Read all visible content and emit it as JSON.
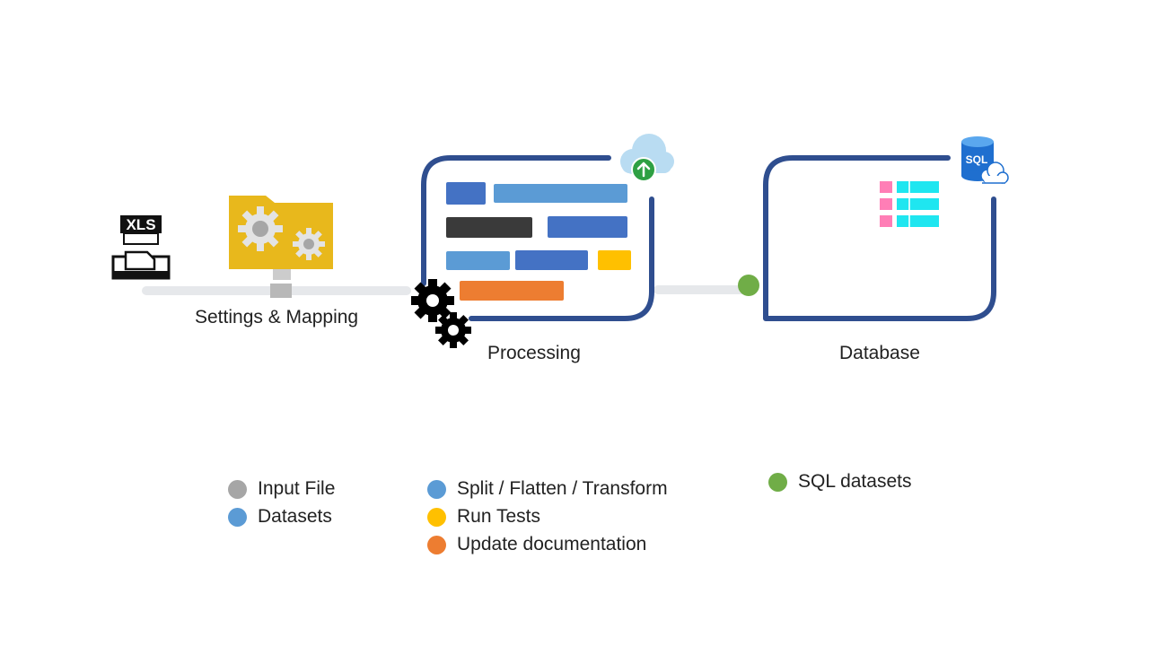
{
  "stages": {
    "input": {
      "badge": "XLS"
    },
    "settings": {
      "label": "Settings & Mapping"
    },
    "processing": {
      "label": "Processing"
    },
    "database": {
      "label": "Database",
      "badge": "SQL"
    }
  },
  "legend": {
    "col1": [
      {
        "label": "Input File",
        "color": "#a6a6a6"
      },
      {
        "label": "Datasets",
        "color": "#5b9bd5"
      }
    ],
    "col2": [
      {
        "label": "Split / Flatten / Transform",
        "color": "#5b9bd5"
      },
      {
        "label": "Run Tests",
        "color": "#ffc000"
      },
      {
        "label": "Update documentation",
        "color": "#ed7d31"
      }
    ],
    "col3": [
      {
        "label": "SQL datasets",
        "color": "#70ad47"
      }
    ]
  },
  "colors": {
    "frame": "#2f4e8f",
    "connector": "#e6e8eb",
    "folder": "#e8b81c",
    "bar_blue_dark": "#4472c4",
    "bar_blue_light": "#5b9bd5",
    "bar_black": "#3a3a3a",
    "bar_yellow": "#ffc000",
    "bar_orange": "#ed7d31",
    "table_pink": "#ff7eb6",
    "table_cyan": "#1fe6f0",
    "node_green": "#70ad47"
  },
  "icons": [
    "xls-file-icon",
    "folder-gears-icon",
    "cloud-upload-icon",
    "gears-icon",
    "sql-database-icon",
    "table-icon"
  ]
}
